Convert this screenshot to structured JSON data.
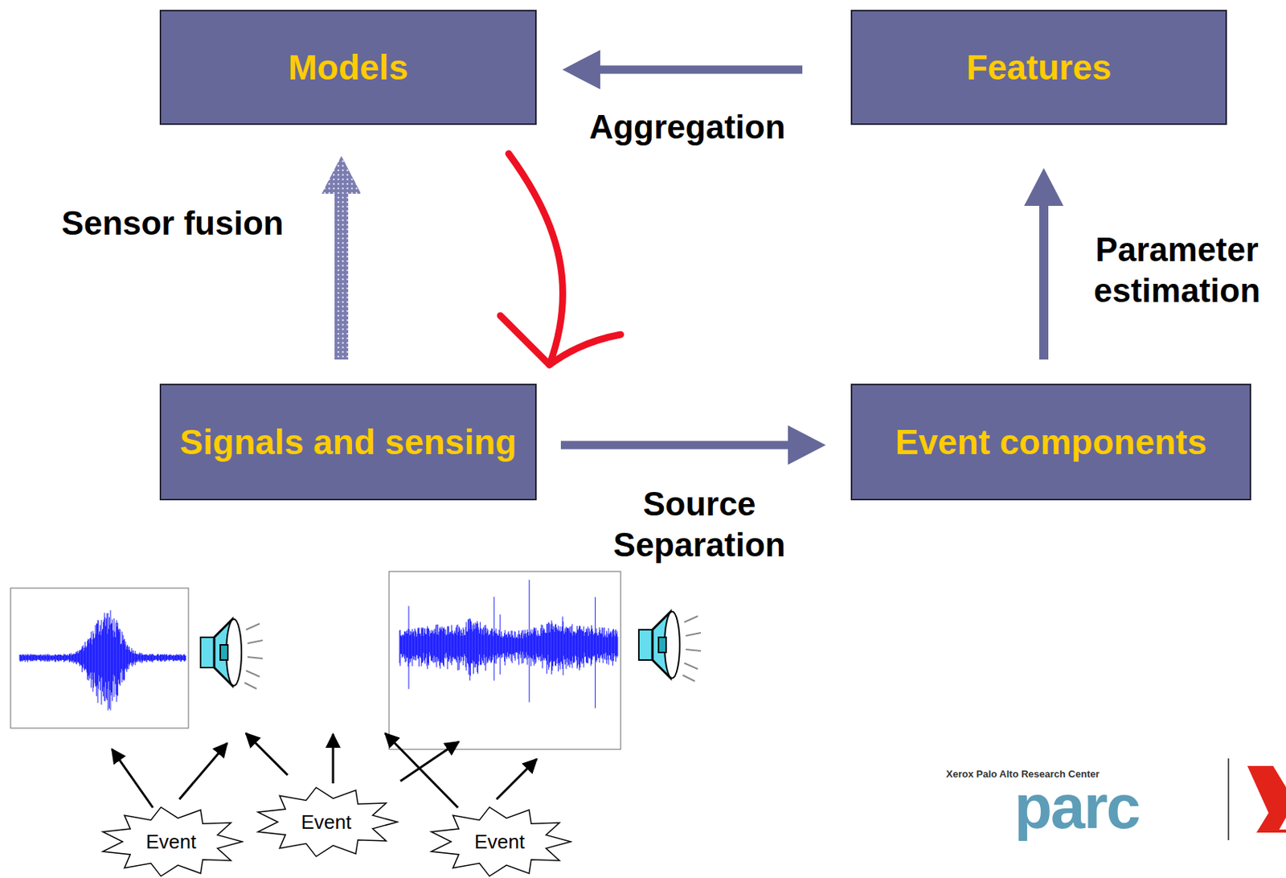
{
  "diagram": {
    "nodes": [
      {
        "text": [
          "Models"
        ]
      },
      {
        "text": [
          "Features"
        ]
      },
      {
        "text": [
          "Signals and sensing"
        ]
      },
      {
        "text": [
          "Event components"
        ]
      },
      {
        "text": [
          "Event"
        ]
      },
      {
        "text": [
          "Event"
        ]
      },
      {
        "text": [
          "Event"
        ]
      }
    ],
    "edges": [
      {
        "from": 1,
        "to": 0,
        "label": "Aggregation",
        "arrow": "to"
      },
      {
        "from": 2,
        "to": 0,
        "label": "Sensor fusion",
        "arrow": "to"
      },
      {
        "from": 3,
        "to": 1,
        "label": "Parameter estimation",
        "arrow": "to"
      },
      {
        "from": 2,
        "to": 3,
        "label": "Source Separation",
        "arrow": "to"
      },
      {
        "from": 0,
        "to": 2,
        "arrow": "to"
      }
    ],
    "labels": [
      "Xerox Palo Alto Research Center",
      "parc"
    ]
  }
}
